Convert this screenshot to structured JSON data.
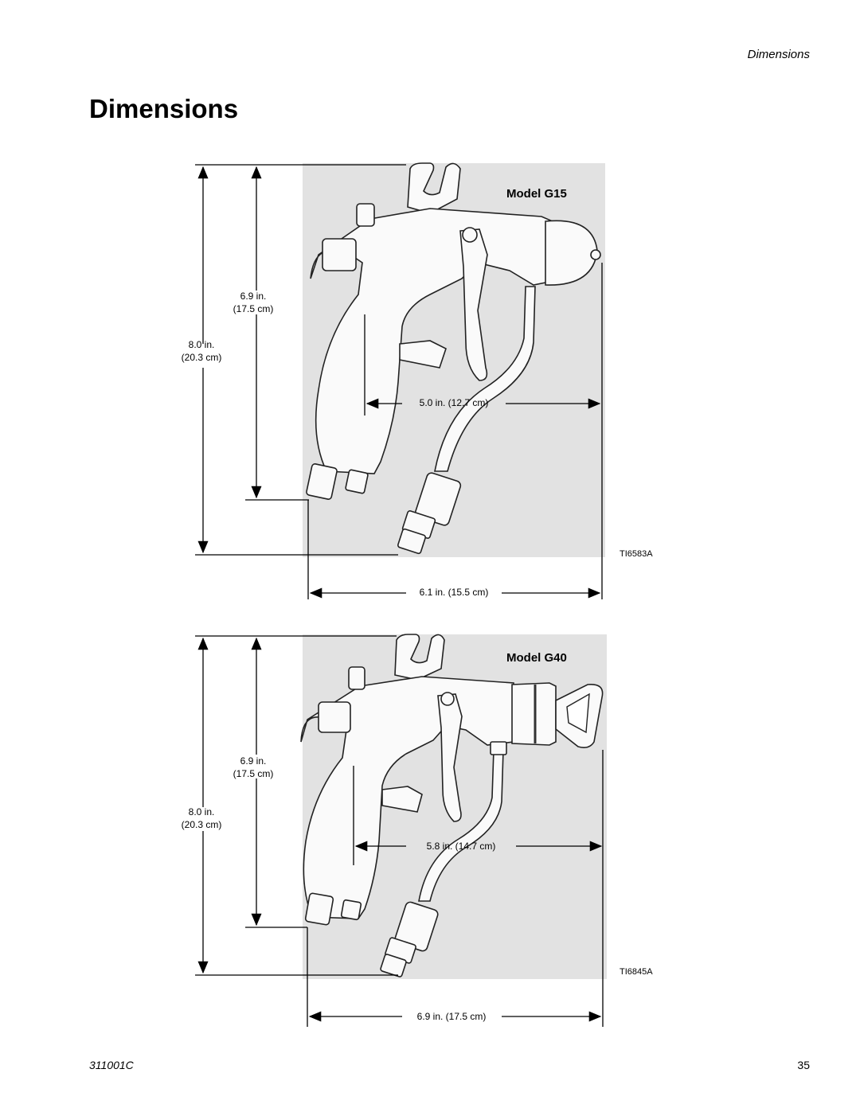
{
  "header": {
    "running_head": "Dimensions"
  },
  "page": {
    "title": "Dimensions"
  },
  "figures": [
    {
      "model": "Model G15",
      "figure_id": "TI6583A",
      "dim_height_total": {
        "in": "8.0 in.",
        "cm": "(20.3 cm)"
      },
      "dim_height_grip": {
        "in": "6.9 in.",
        "cm": "(17.5 cm)"
      },
      "dim_reach": "5.0 in. (12.7 cm)",
      "dim_length": "6.1 in. (15.5 cm)"
    },
    {
      "model": "Model G40",
      "figure_id": "TI6845A",
      "dim_height_total": {
        "in": "8.0 in.",
        "cm": "(20.3 cm)"
      },
      "dim_height_grip": {
        "in": "6.9 in.",
        "cm": "(17.5 cm)"
      },
      "dim_reach": "5.8 in. (14.7 cm)",
      "dim_length": "6.9 in. (17.5 cm)"
    }
  ],
  "footer": {
    "doc_number": "311001C",
    "page_number": "35"
  }
}
